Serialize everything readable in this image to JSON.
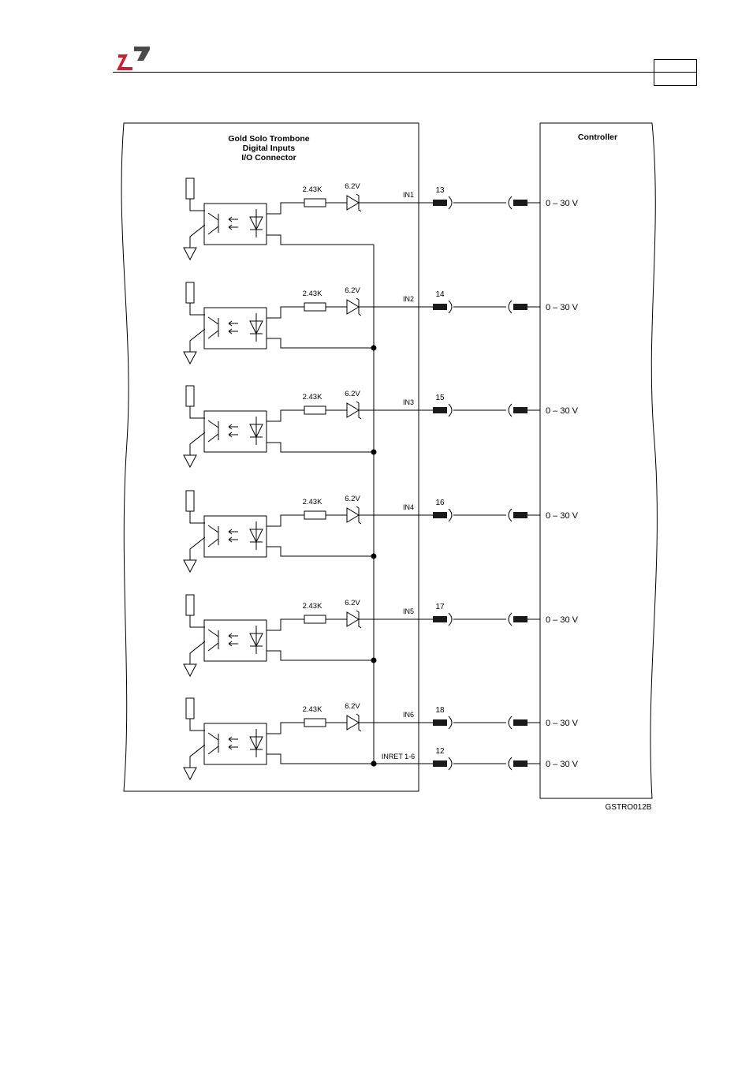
{
  "header": {
    "brand_colors": {
      "primary": "#c8202f",
      "secondary": "#4a4a4a"
    },
    "page_number": ""
  },
  "diagram": {
    "left_block_title": [
      "Gold Solo Trombone",
      "Digital Inputs",
      "I/O Connector"
    ],
    "right_block_title": "Controller",
    "figure_id": "GSTRO012B",
    "resistor_label": "2.43K",
    "zener_label": "6.2V",
    "channels": [
      {
        "signal": "IN1",
        "pin": "13",
        "controller_level": "0 – 30 V"
      },
      {
        "signal": "IN2",
        "pin": "14",
        "controller_level": "0 – 30 V"
      },
      {
        "signal": "IN3",
        "pin": "15",
        "controller_level": "0 – 30 V"
      },
      {
        "signal": "IN4",
        "pin": "16",
        "controller_level": "0 – 30 V"
      },
      {
        "signal": "IN5",
        "pin": "17",
        "controller_level": "0 – 30 V"
      },
      {
        "signal": "IN6",
        "pin": "18",
        "controller_level": "0 – 30 V"
      }
    ],
    "return_line": {
      "signal": "INRET 1-6",
      "pin": "12",
      "controller_level": "0 – 30 V"
    }
  }
}
